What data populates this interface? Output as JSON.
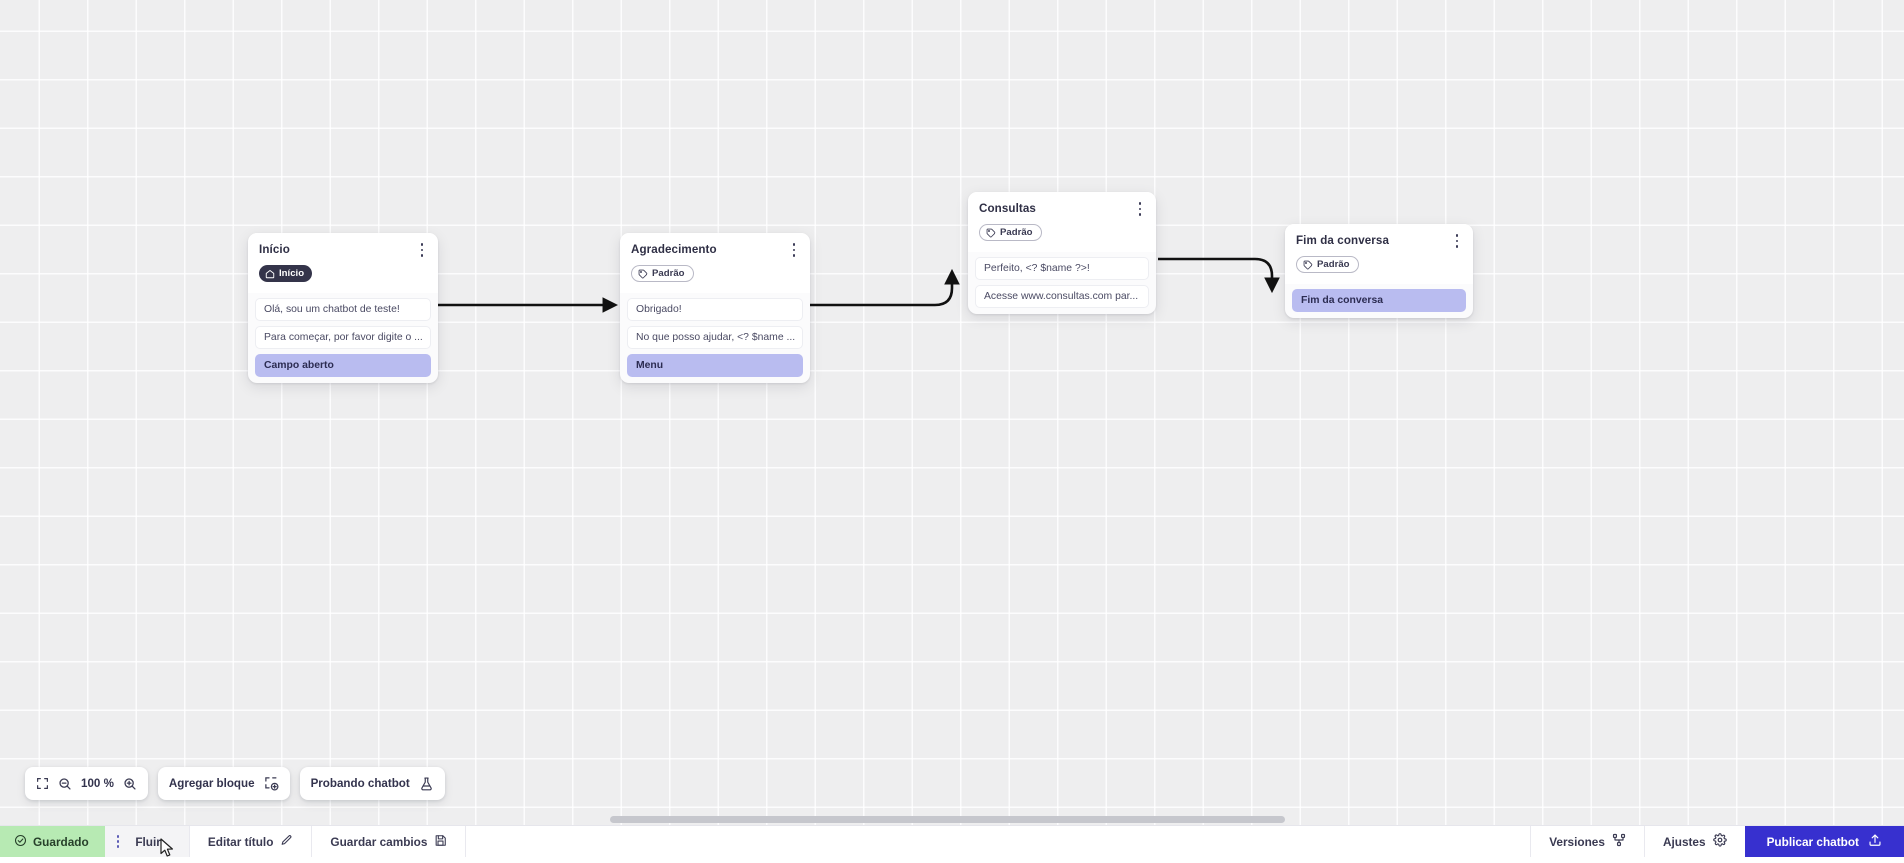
{
  "canvas": {
    "zoom_label": "100 %",
    "fit_icon": "fit-screen-icon",
    "zoom_out_icon": "zoom-out-icon",
    "zoom_in_icon": "zoom-in-icon",
    "add_block_label": "Agregar bloque",
    "add_block_icon": "add-block-icon",
    "test_chatbot_label": "Probando chatbot",
    "test_chatbot_icon": "flask-icon"
  },
  "nodes": [
    {
      "id": "inicio",
      "title": "Início",
      "badge": {
        "label": "Início",
        "icon": "home-icon",
        "style": "start"
      },
      "menu_icon": "more-vertical-icon",
      "rows": [
        {
          "text": "Olá, sou um chatbot de teste!",
          "accent": false
        },
        {
          "text": "Para começar, por favor digite o ...",
          "accent": false
        },
        {
          "text": "Campo aberto",
          "accent": true
        }
      ]
    },
    {
      "id": "agradecimento",
      "title": "Agradecimento",
      "badge": {
        "label": "Padrão",
        "icon": "tag-icon",
        "style": "default"
      },
      "menu_icon": "more-vertical-icon",
      "rows": [
        {
          "text": "Obrigado!",
          "accent": false
        },
        {
          "text": "No que posso ajudar, <? $name ...",
          "accent": false
        },
        {
          "text": "Menu",
          "accent": true
        }
      ]
    },
    {
      "id": "consultas",
      "title": "Consultas",
      "badge": {
        "label": "Padrão",
        "icon": "tag-icon",
        "style": "default"
      },
      "menu_icon": "more-vertical-icon",
      "rows": [
        {
          "text": "Perfeito, <? $name ?>!",
          "accent": false
        },
        {
          "text": "Acesse www.consultas.com par...",
          "accent": false
        }
      ]
    },
    {
      "id": "fim",
      "title": "Fim da conversa",
      "badge": {
        "label": "Padrão",
        "icon": "tag-icon",
        "style": "default"
      },
      "menu_icon": "more-vertical-icon",
      "rows": [
        {
          "text": "Fim da conversa",
          "accent": true
        }
      ]
    }
  ],
  "bottom_bar": {
    "saved_label": "Guardado",
    "saved_icon": "check-circle-icon",
    "flow_label": "Fluir",
    "flow_menu_icon": "more-vertical-icon",
    "edit_title_label": "Editar título",
    "edit_title_icon": "pencil-icon",
    "save_changes_label": "Guardar cambios",
    "save_changes_icon": "save-disk-icon",
    "versions_label": "Versiones",
    "versions_icon": "branch-icon",
    "settings_label": "Ajustes",
    "settings_icon": "gear-icon",
    "publish_label": "Publicar chatbot",
    "publish_icon": "upload-icon"
  },
  "colors": {
    "accent_row": "#b9bcf0",
    "publish_blue": "#3730cf",
    "saved_green": "#b7eab3",
    "badge_dark": "#34344a",
    "canvas_bg": "#eeeeef"
  }
}
